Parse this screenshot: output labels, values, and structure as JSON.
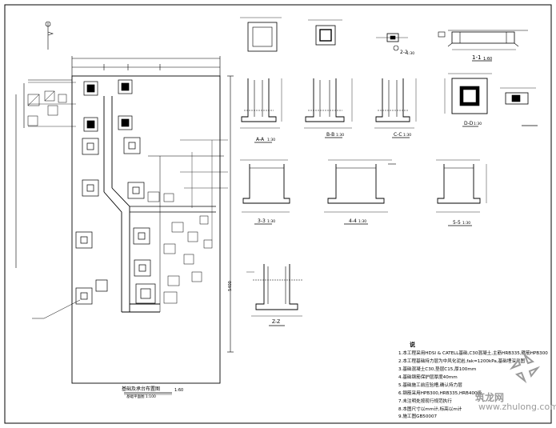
{
  "sheet": {
    "plan_title": "基础及承台布置图",
    "plan_scale": "1:60",
    "plan_subtitle": "基础平面图 1:100",
    "side_dimension": "5400"
  },
  "sections": {
    "s11": {
      "label": "1-1",
      "scale": "1:60"
    },
    "s22": {
      "label": "2-2",
      "scale": "1:30"
    },
    "sA": {
      "label": "A-A",
      "scale": "1:30"
    },
    "sB": {
      "label": "B-B",
      "scale": "1:30"
    },
    "sC": {
      "label": "C-C",
      "scale": "1:30"
    },
    "sD": {
      "label": "D-D",
      "scale": "1:30"
    },
    "s33": {
      "label": "3-3",
      "scale": "1:30"
    },
    "s44": {
      "label": "4-4",
      "scale": "1:30"
    },
    "s55": {
      "label": "5-5",
      "scale": "1:30"
    },
    "sZ": {
      "label": "Z-Z",
      "scale": ""
    }
  },
  "notes": {
    "heading": "说",
    "lines": [
      "1.本工程采用HDSI & CATELL基础,C30混凝土,主筋HRB335,箍筋HPB300",
      "2.本工程基础持力层为中风化泥岩,fak=1200kPa,基础埋深见图",
      "3.基础混凝土C30,垫层C15,厚100mm",
      "4.基础钢筋保护层厚度40mm",
      "5.基础施工前应验槽,确认持力层",
      "6.钢筋采用HPB300,HRB335,HRB400级",
      "7.未注明处按现行规范执行",
      "8.本图尺寸以mm计,标高以m计",
      "9.施工图GB50007"
    ]
  },
  "watermark": {
    "brand": "筑龙网",
    "url": "www.zhulong.com"
  }
}
